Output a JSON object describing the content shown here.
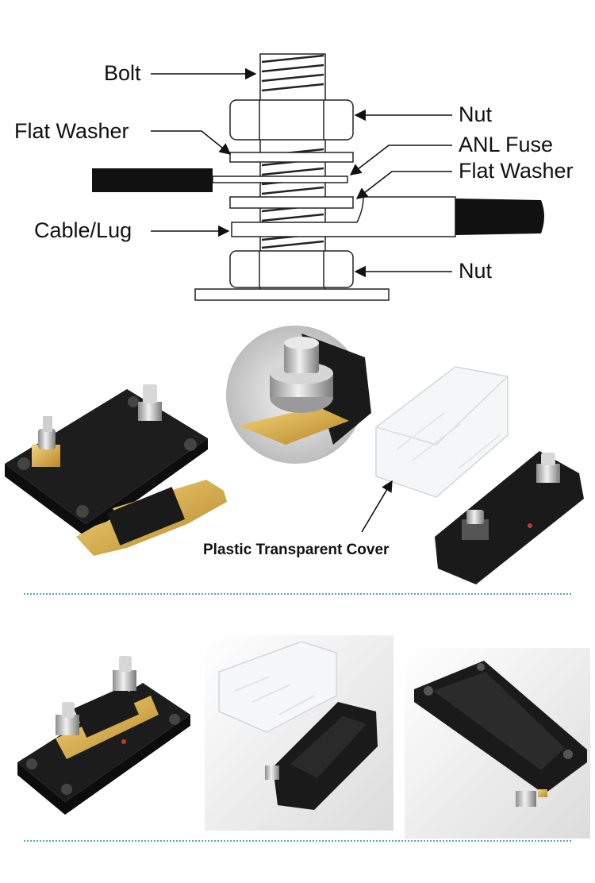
{
  "diagram": {
    "labels": {
      "bolt": "Bolt",
      "flat_washer_left": "Flat Washer",
      "cable_lug": "Cable/Lug",
      "nut_top": "Nut",
      "anl_fuse": "ANL Fuse",
      "flat_washer_right": "Flat Washer",
      "nut_bottom": "Nut"
    }
  },
  "photos": {
    "cover_label": "Plastic Transparent Cover"
  },
  "colors": {
    "accent_divider": "#5aa7b2",
    "black_plastic": "#1b1b1b",
    "brass": "#d4a93c"
  }
}
